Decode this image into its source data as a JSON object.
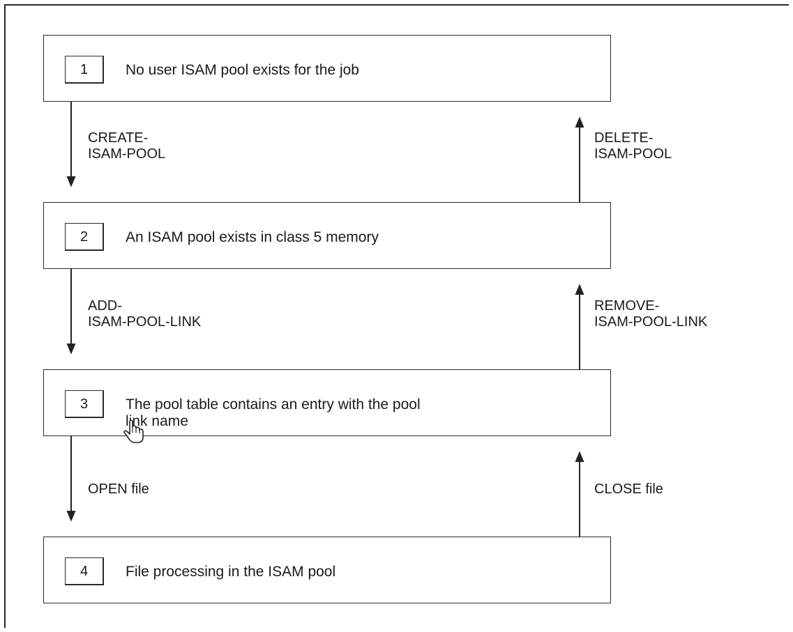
{
  "states": [
    {
      "number": "1",
      "text": "No user ISAM pool exists for the job"
    },
    {
      "number": "2",
      "text": "An ISAM pool exists in class 5 memory"
    },
    {
      "number": "3",
      "text": "The pool table contains an entry with the pool\nlink name"
    },
    {
      "number": "4",
      "text": "File processing in the ISAM pool"
    }
  ],
  "transitions": [
    {
      "down": "CREATE-\nISAM-POOL",
      "up": "DELETE-\nISAM-POOL"
    },
    {
      "down": "ADD-\nISAM-POOL-LINK",
      "up": "REMOVE-\nISAM-POOL-LINK"
    },
    {
      "down": "OPEN file",
      "up": "CLOSE file"
    }
  ],
  "cursor_icon": "hand-pointer-icon"
}
